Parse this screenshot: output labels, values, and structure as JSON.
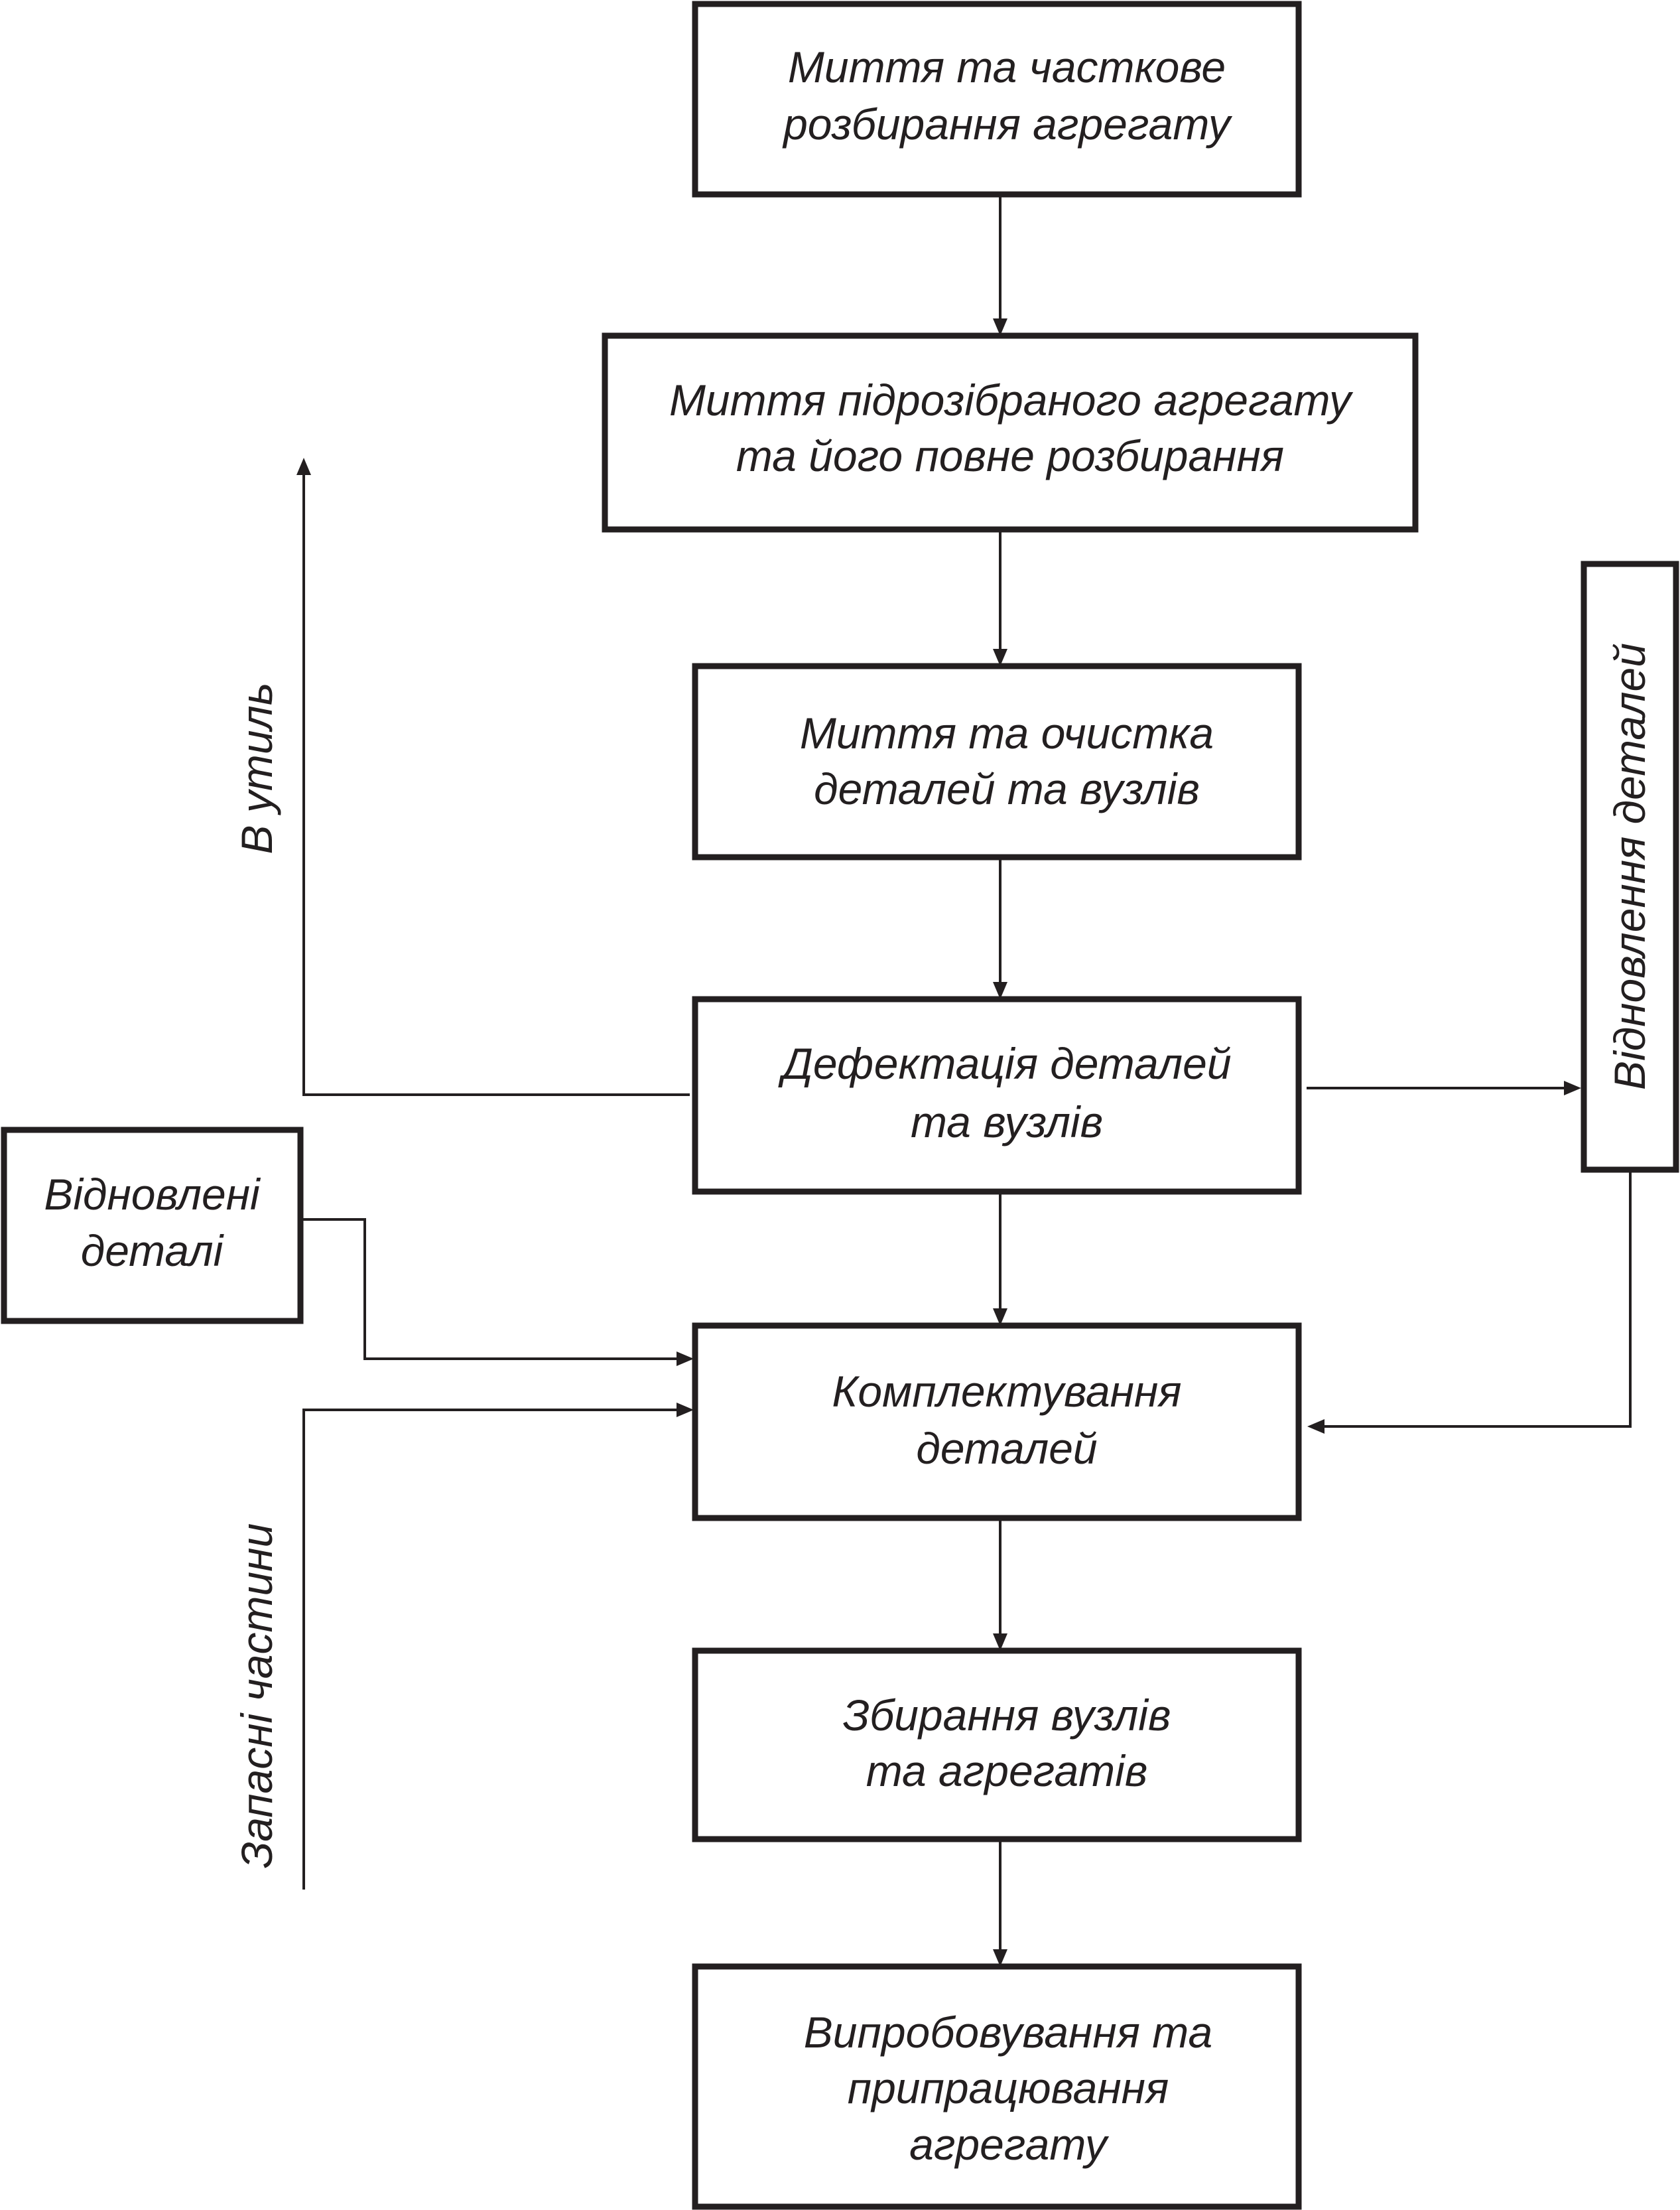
{
  "boxes": {
    "washing_partial": [
      "Миття та часткове",
      "розбирання агрегату"
    ],
    "washing_full": [
      "Миття підрозібраного агрегату",
      "та його повне розбирання"
    ],
    "cleaning": [
      "Миття та очистка",
      "деталей та вузлів"
    ],
    "defect": [
      "Дефектація деталей",
      "та вузлів"
    ],
    "restored_parts": [
      "Відновлені",
      "деталі"
    ],
    "restoration": "Відновлення деталей",
    "kitting": [
      "Комплектування",
      "деталей"
    ],
    "assembly": [
      "Збирання вузлів",
      "та агрегатів"
    ],
    "testing": [
      "Випробовування та",
      "припрацювання",
      "агрегату"
    ]
  },
  "side_labels": {
    "scrap": "В утиль",
    "spare_parts": "Запасні частини"
  }
}
